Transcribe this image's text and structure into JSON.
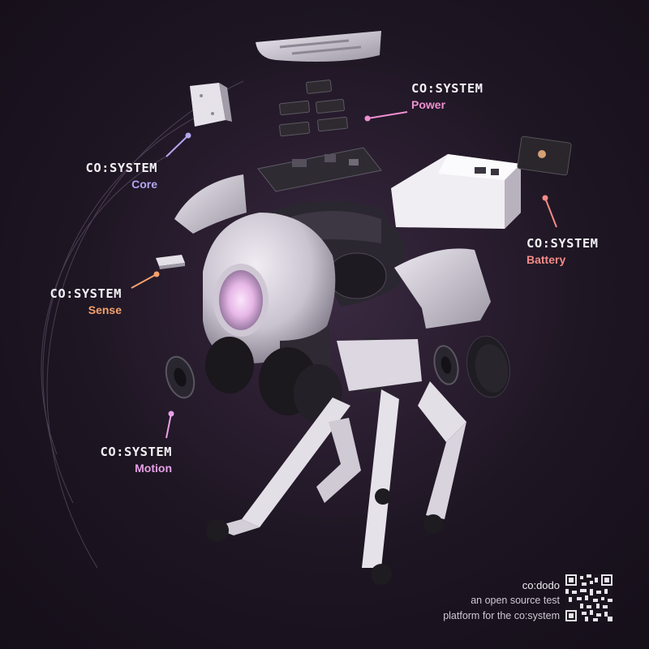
{
  "labels": {
    "power": {
      "brand": "CO:SYSTEM",
      "name": "Power",
      "color": "#ef8fd0"
    },
    "core": {
      "brand": "CO:SYSTEM",
      "name": "Core",
      "color": "#b3a5f0"
    },
    "battery": {
      "brand": "CO:SYSTEM",
      "name": "Battery",
      "color": "#f48b86"
    },
    "sense": {
      "brand": "CO:SYSTEM",
      "name": "Sense",
      "color": "#f3a16c"
    },
    "motion": {
      "brand": "CO:SYSTEM",
      "name": "Motion",
      "color": "#e6a0e6"
    }
  },
  "footer": {
    "title": "co:dodo",
    "line1": "an open source test",
    "line2": "platform for the co:system"
  }
}
